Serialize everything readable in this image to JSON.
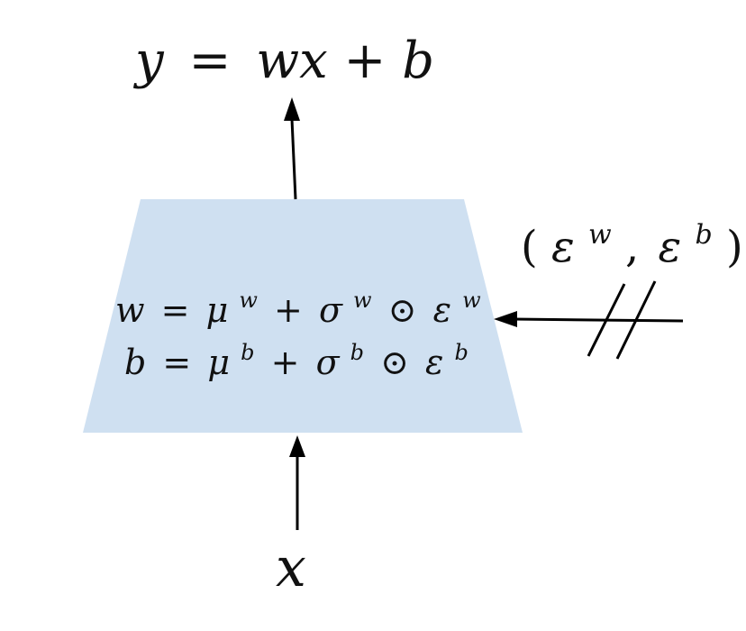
{
  "diagram": {
    "title": "Reparameterized linear layer",
    "output": {
      "lhs": "y",
      "eq": "=",
      "rhs": "wx + b"
    },
    "input": {
      "label": "x"
    },
    "layer": {
      "fill_color": "#cfe0f1",
      "eq_w": {
        "lhs": "w",
        "mu": "μ",
        "sigma": "σ",
        "eps": "ε",
        "sup": "w",
        "op_plus": "+",
        "op_hadamard": "⊙",
        "eq": "="
      },
      "eq_b": {
        "lhs": "b",
        "mu": "μ",
        "sigma": "σ",
        "eps": "ε",
        "sup": "b",
        "op_plus": "+",
        "op_hadamard": "⊙",
        "eq": "="
      }
    },
    "noise": {
      "open": "(",
      "eps": "ε",
      "sup_w": "w",
      "comma": ",",
      "sup_b": "b",
      "close": ")"
    },
    "arrow_color": "#000000"
  }
}
